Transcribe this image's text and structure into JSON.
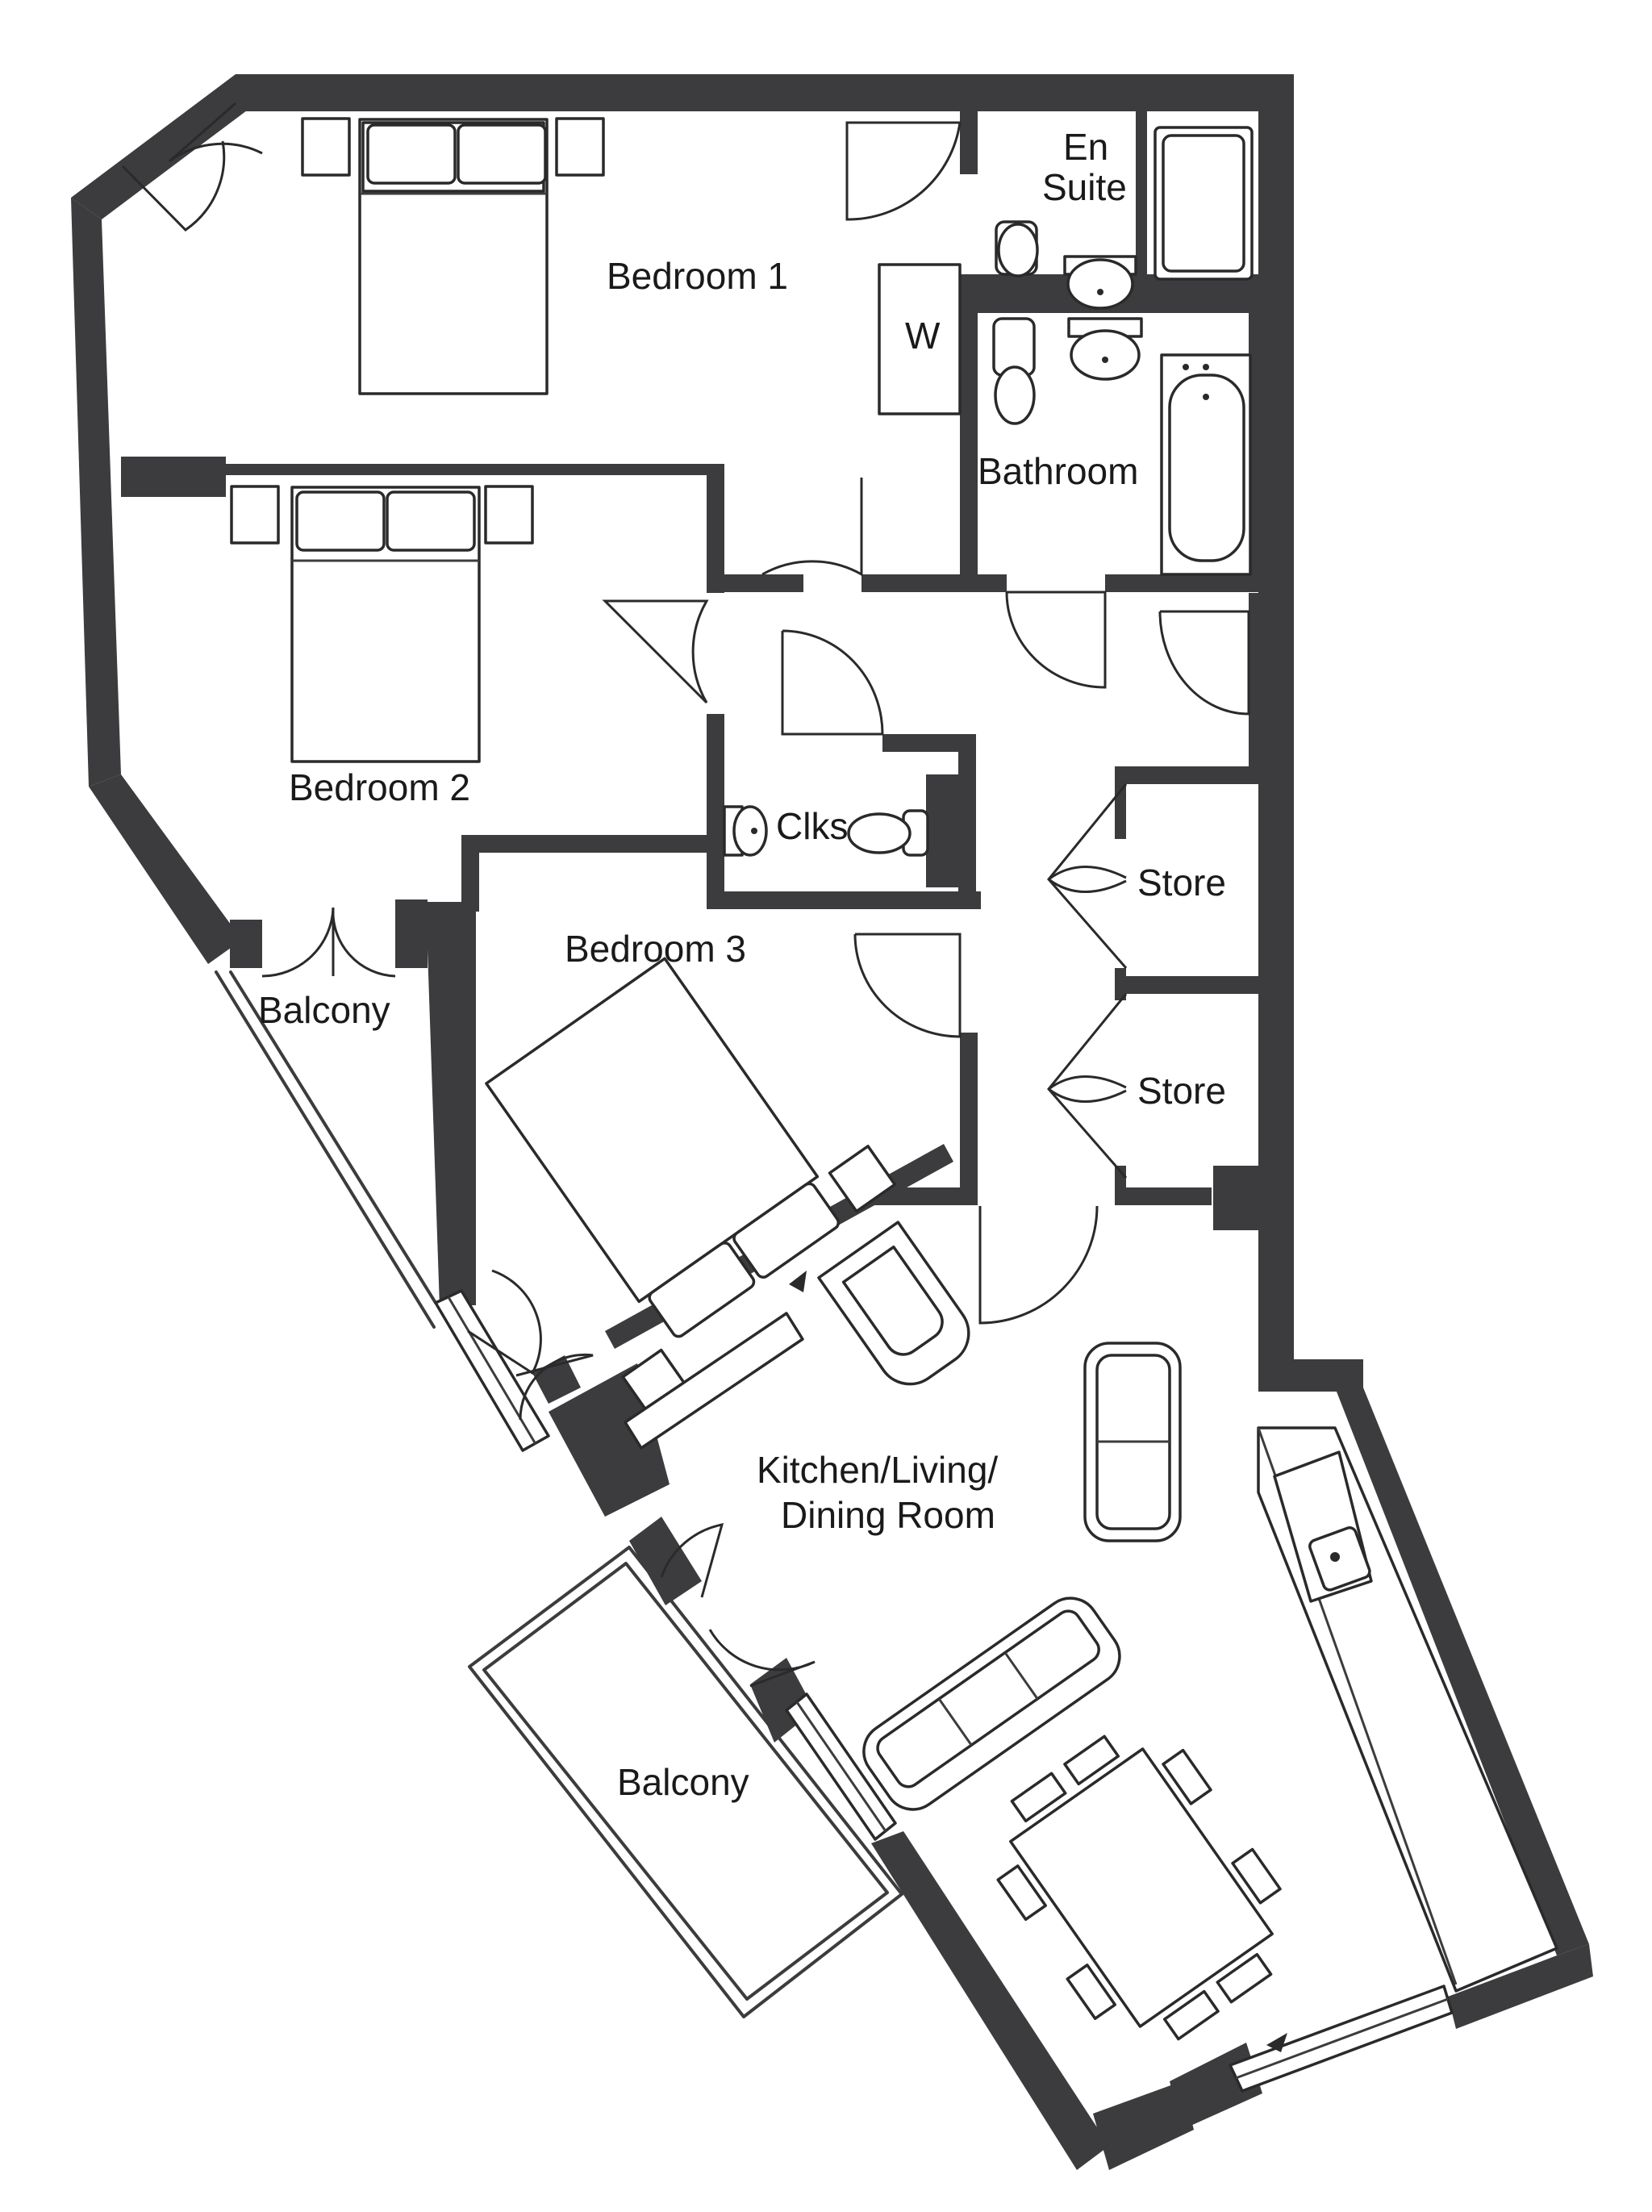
{
  "rooms": {
    "bedroom1": "Bedroom 1",
    "ensuite_line1": "En",
    "ensuite_line2": "Suite",
    "wardrobe": "W",
    "bathroom": "Bathroom",
    "bedroom2": "Bedroom 2",
    "clks": "Clks",
    "store_upper": "Store",
    "store_lower": "Store",
    "bedroom3": "Bedroom 3",
    "balcony_small": "Balcony",
    "living_line1": "Kitchen/Living/",
    "living_line2": "Dining Room",
    "balcony_large": "Balcony"
  },
  "colors": {
    "wall": "#3c3c3e",
    "background": "#ffffff",
    "text": "#1a1a1a"
  }
}
